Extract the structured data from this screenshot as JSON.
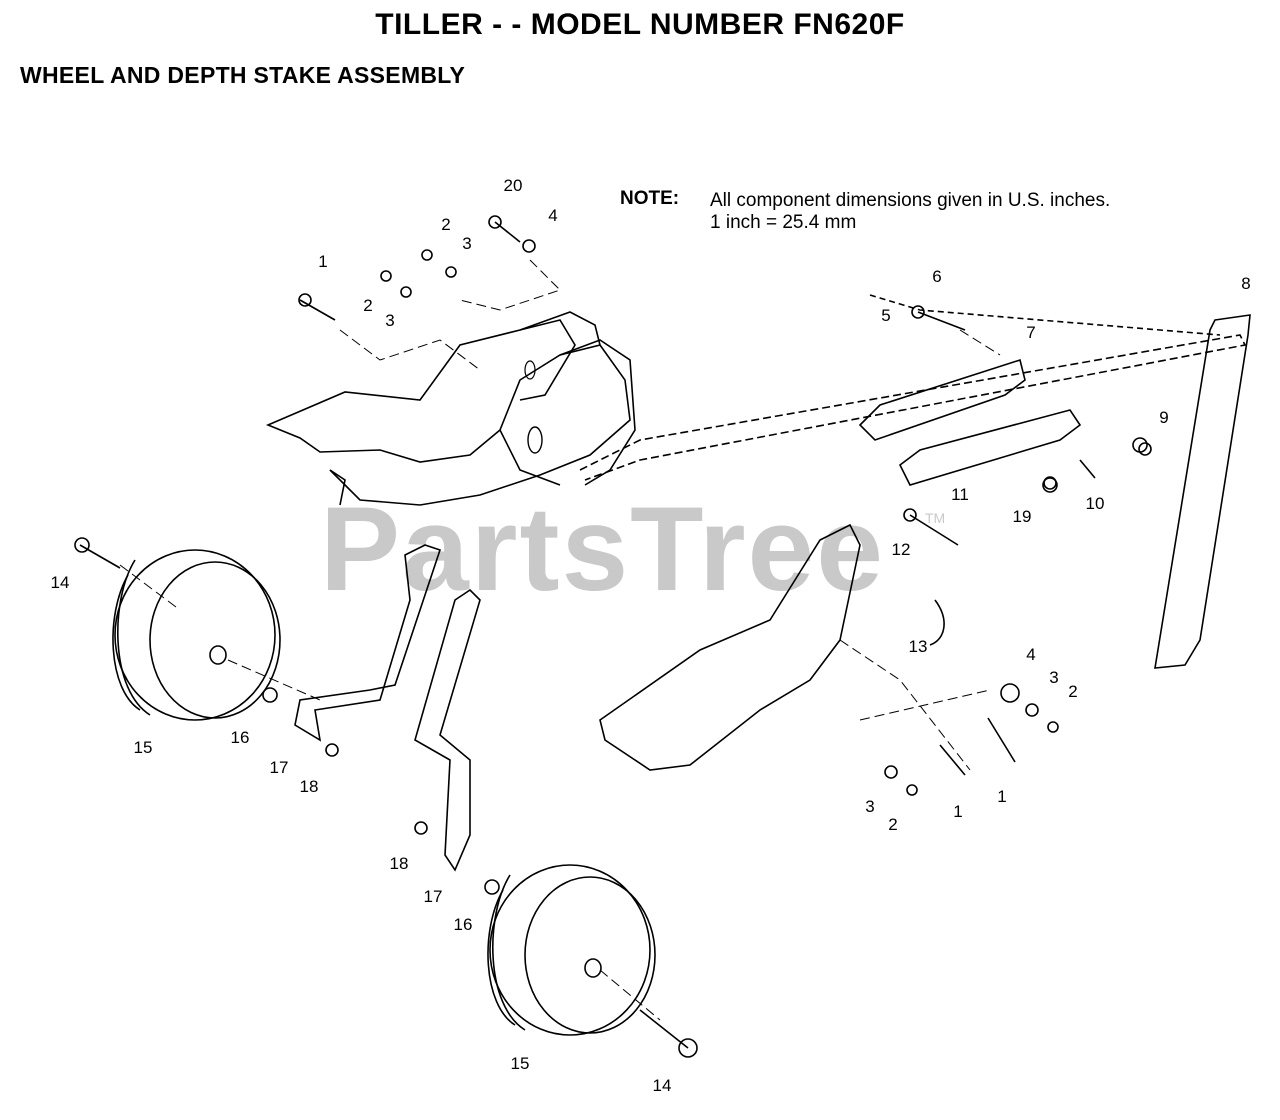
{
  "header": {
    "title": "TILLER - - MODEL NUMBER FN620F",
    "subtitle": "WHEEL AND DEPTH STAKE ASSEMBLY"
  },
  "note": {
    "label": "NOTE:",
    "line1": "All component dimensions given in U.S. inches.",
    "line2": "1 inch = 25.4 mm"
  },
  "watermark": {
    "text": "PartsTree",
    "tm": "TM"
  },
  "callouts": [
    {
      "id": "c1",
      "text": "20"
    },
    {
      "id": "c2",
      "text": "4"
    },
    {
      "id": "c3",
      "text": "2"
    },
    {
      "id": "c4",
      "text": "3"
    },
    {
      "id": "c5",
      "text": "1"
    },
    {
      "id": "c6",
      "text": "2"
    },
    {
      "id": "c7",
      "text": "3"
    },
    {
      "id": "c8",
      "text": "6"
    },
    {
      "id": "c9",
      "text": "5"
    },
    {
      "id": "c10",
      "text": "7"
    },
    {
      "id": "c11",
      "text": "8"
    },
    {
      "id": "c12",
      "text": "9"
    },
    {
      "id": "c13",
      "text": "10"
    },
    {
      "id": "c14",
      "text": "19"
    },
    {
      "id": "c15",
      "text": "11"
    },
    {
      "id": "c16",
      "text": "12"
    },
    {
      "id": "c17",
      "text": "13"
    },
    {
      "id": "c18",
      "text": "14"
    },
    {
      "id": "c19",
      "text": "15"
    },
    {
      "id": "c20",
      "text": "16"
    },
    {
      "id": "c21",
      "text": "17"
    },
    {
      "id": "c22",
      "text": "18"
    },
    {
      "id": "c23",
      "text": "4"
    },
    {
      "id": "c24",
      "text": "3"
    },
    {
      "id": "c25",
      "text": "2"
    },
    {
      "id": "c26",
      "text": "3"
    },
    {
      "id": "c27",
      "text": "2"
    },
    {
      "id": "c28",
      "text": "1"
    },
    {
      "id": "c29",
      "text": "1"
    },
    {
      "id": "c30",
      "text": "18"
    },
    {
      "id": "c31",
      "text": "17"
    },
    {
      "id": "c32",
      "text": "16"
    },
    {
      "id": "c33",
      "text": "15"
    },
    {
      "id": "c34",
      "text": "14"
    }
  ]
}
